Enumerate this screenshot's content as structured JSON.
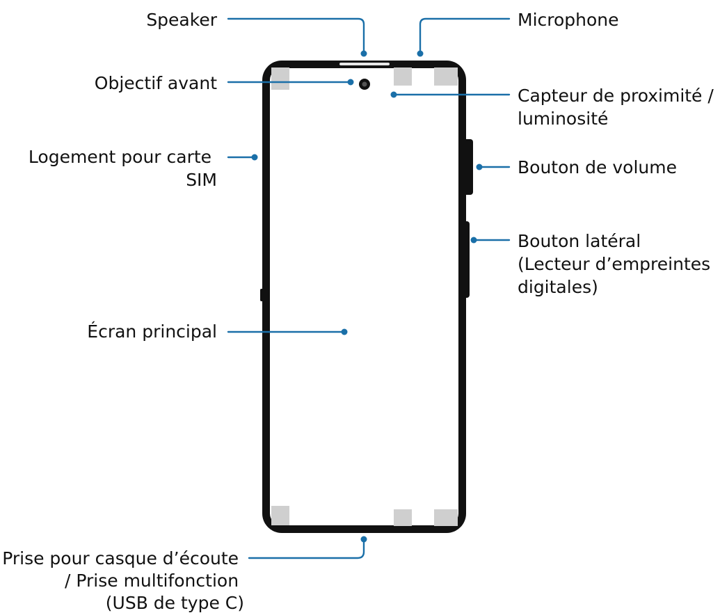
{
  "colors": {
    "callout": "#1a6fa8",
    "device_frame": "#111111",
    "screen": "#ffffff",
    "corner_marks": "#cfcfcf"
  },
  "labels": {
    "speaker": [
      "Speaker"
    ],
    "front_camera": [
      "Objectif avant"
    ],
    "sim_tray": [
      "Logement pour carte",
      "SIM"
    ],
    "main_screen": [
      "Écran principal"
    ],
    "audio_jack": [
      "Prise pour casque d’écoute",
      "/ Prise multifonction",
      "(USB de type C)"
    ],
    "microphone": [
      "Microphone"
    ],
    "proximity_sensor": [
      "Capteur de proximité /",
      "luminosité"
    ],
    "volume_button": [
      "Bouton de volume"
    ],
    "side_key": [
      "Bouton latéral",
      "(Lecteur d’empreintes",
      "digitales)"
    ]
  }
}
